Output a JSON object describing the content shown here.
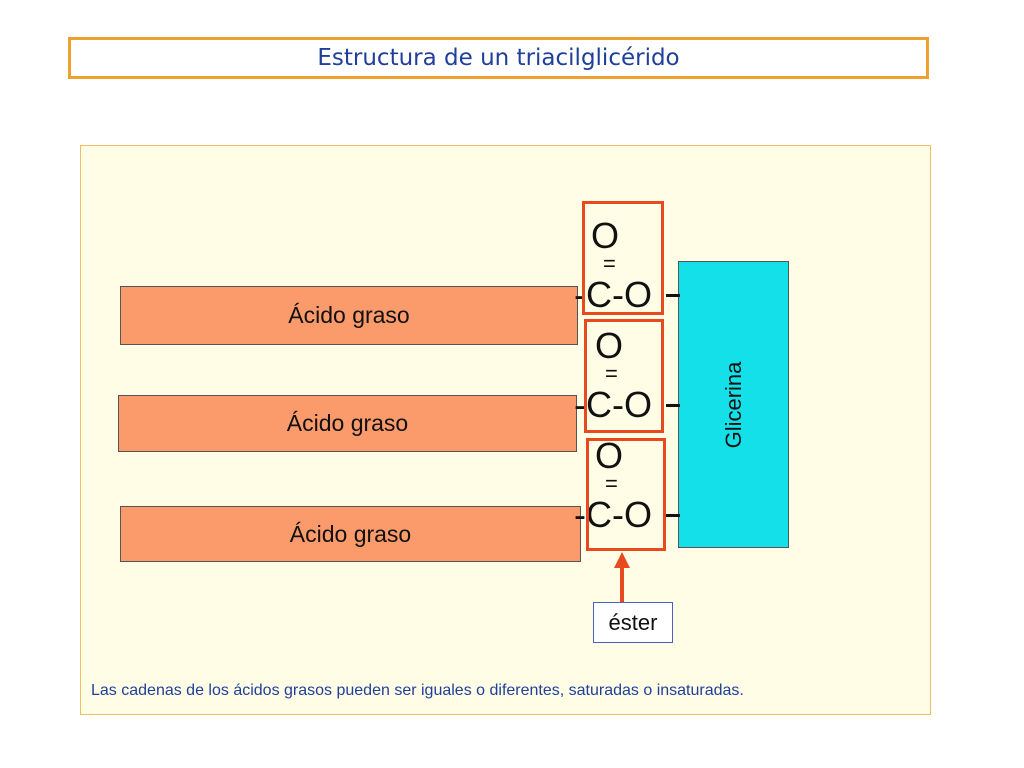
{
  "title": "Estructura de un triacilglicérido",
  "fatty_acids": [
    {
      "label": "Ácido graso"
    },
    {
      "label": "Ácido graso"
    },
    {
      "label": "Ácido graso"
    }
  ],
  "glycerol": {
    "label": "Glicerina"
  },
  "ester_groups": [
    {
      "oxygen": "O",
      "double_bond": "=",
      "chain": "-C-O"
    },
    {
      "oxygen": "O",
      "double_bond": "=",
      "chain": "-C-O"
    },
    {
      "oxygen": "O",
      "double_bond": "=",
      "chain": "-C-O"
    }
  ],
  "ester_label": "éster",
  "footnote": "Las cadenas de los ácidos grasos pueden ser iguales o diferentes, saturadas o insaturadas.",
  "colors": {
    "title_border": "#f0a030",
    "title_text": "#1f3f9a",
    "panel_bg": "#fffde6",
    "fatty_acid_fill": "#fb9a6a",
    "glycerol_fill": "#13e0e8",
    "ester_highlight": "#e84a20"
  }
}
